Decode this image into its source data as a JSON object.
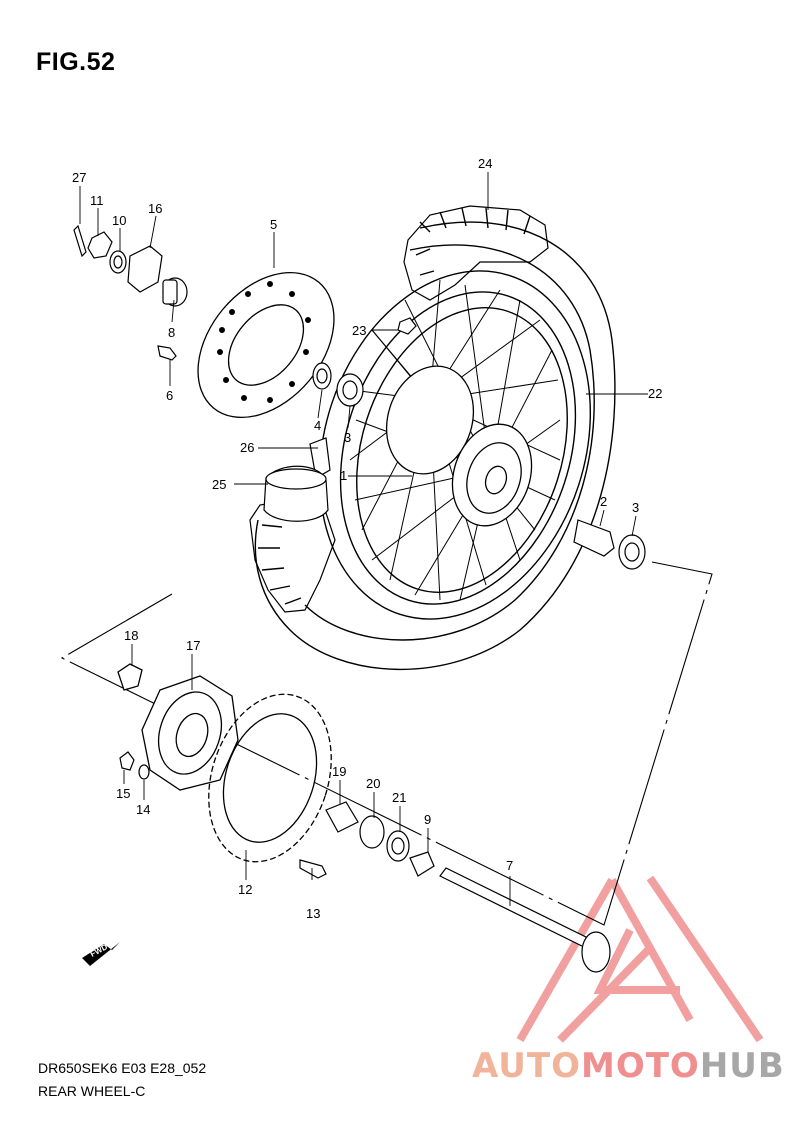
{
  "figure": {
    "title": "FIG.52"
  },
  "footer": {
    "code": "DR650SEK6 E03 E28_052",
    "name": "REAR WHEEL-C"
  },
  "watermark": {
    "part1": "AUTO",
    "part2": "MOTO",
    "part3": "HUB",
    "colors": {
      "auto": "#f0b49a",
      "moto": "#ef8f8f",
      "hub": "#a7a7a7",
      "triangle": "#ef8f8f"
    }
  },
  "direction_marker": {
    "label": "FWD"
  },
  "parts": {
    "p1": "1",
    "p2": "2",
    "p3a": "3",
    "p3b": "3",
    "p4": "4",
    "p5": "5",
    "p6": "6",
    "p7": "7",
    "p8": "8",
    "p9": "9",
    "p10": "10",
    "p11": "11",
    "p12": "12",
    "p13": "13",
    "p14": "14",
    "p15": "15",
    "p16": "16",
    "p17": "17",
    "p18": "18",
    "p19": "19",
    "p20": "20",
    "p21": "21",
    "p22": "22",
    "p23": "23",
    "p24": "24",
    "p25": "25",
    "p26": "26",
    "p27": "27"
  }
}
